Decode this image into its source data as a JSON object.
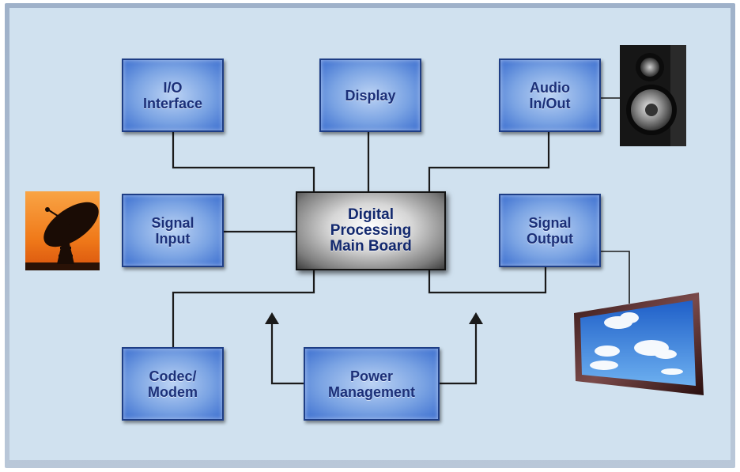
{
  "nodes": {
    "io": "I/O\nInterface",
    "display": "Display",
    "audio": "Audio\nIn/Out",
    "signal_input": "Signal\nInput",
    "main_board": "Digital\nProcessing\nMain Board",
    "signal_output": "Signal\nOutput",
    "codec": "Codec/\nModem",
    "power": "Power\nManagement"
  },
  "connections": [
    [
      "io",
      "main_board"
    ],
    [
      "display",
      "main_board"
    ],
    [
      "audio",
      "main_board"
    ],
    [
      "signal_input",
      "main_board"
    ],
    [
      "main_board",
      "codec"
    ],
    [
      "main_board",
      "signal_output"
    ],
    [
      "power",
      "main_board"
    ],
    [
      "signal_output",
      "tv"
    ]
  ],
  "images": {
    "satellite": "satellite-dish-icon",
    "speaker": "speaker-icon",
    "tv": "flat-screen-tv-icon"
  },
  "colors": {
    "background": "#d0e1ef",
    "box_fill": "#7aa3e3",
    "box_text": "#1b2f78",
    "main_fill": "#bdbdbd",
    "wire": "#1a1a1a"
  }
}
